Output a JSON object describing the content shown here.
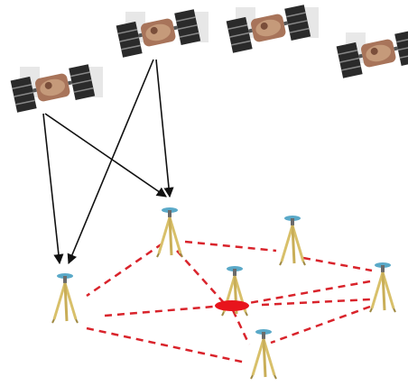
{
  "diagram": {
    "satellites": [
      {
        "id": "sat-1",
        "icon": "satellite-icon"
      },
      {
        "id": "sat-2",
        "icon": "satellite-icon"
      },
      {
        "id": "sat-3",
        "icon": "satellite-icon"
      },
      {
        "id": "sat-4",
        "icon": "satellite-icon"
      }
    ],
    "stations": [
      {
        "id": "st-a",
        "icon": "tripod-receiver-icon"
      },
      {
        "id": "st-b",
        "icon": "tripod-receiver-icon"
      },
      {
        "id": "st-c",
        "icon": "tripod-receiver-icon"
      },
      {
        "id": "st-d",
        "icon": "tripod-receiver-icon"
      },
      {
        "id": "st-e",
        "icon": "tripod-receiver-icon"
      },
      {
        "id": "st-f",
        "icon": "tripod-receiver-icon"
      }
    ],
    "center_marker": {
      "icon": "red-ellipse-marker",
      "color": "#e8141c"
    },
    "signal_arrows": [
      {
        "from": "sat-1",
        "to": "st-b"
      },
      {
        "from": "sat-1",
        "to": "st-a"
      },
      {
        "from": "sat-2",
        "to": "st-b"
      },
      {
        "from": "sat-2",
        "to": "st-a"
      }
    ],
    "baselines": [
      [
        "st-b",
        "st-d"
      ],
      [
        "st-b",
        "st-a"
      ],
      [
        "st-b",
        "center"
      ],
      [
        "st-d",
        "st-e"
      ],
      [
        "st-e",
        "center"
      ],
      [
        "st-e",
        "st-f"
      ],
      [
        "st-a",
        "center"
      ],
      [
        "st-a",
        "st-f"
      ],
      [
        "center",
        "st-f"
      ]
    ],
    "colors": {
      "arrow": "#111111",
      "baseline": "#d9232b",
      "tripod_leg": "#d8c06a",
      "tripod_head": "#5aa9c8",
      "panel_dark": "#2a2a2a",
      "panel_light": "#c9c9c9",
      "body_gold": "#a8745a"
    }
  }
}
